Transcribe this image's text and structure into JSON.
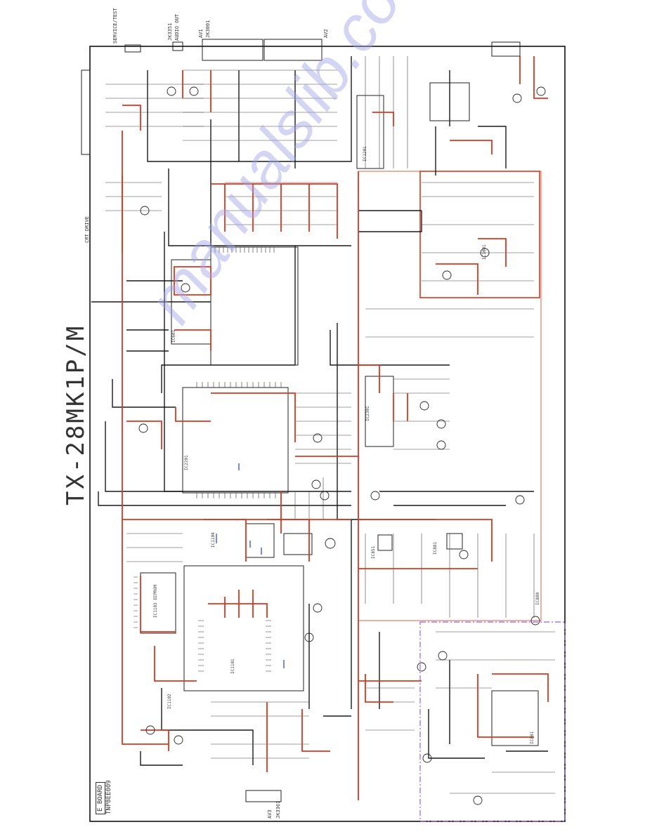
{
  "title": "TX-28MK1P/M",
  "board": {
    "line1": "E BOARD",
    "line2": "TNP8EE009"
  },
  "colors": {
    "frame": "#111111",
    "wire": "#1a1a1a",
    "power": "#d9381e",
    "hot_box": "#9b5de5",
    "watermark": "#8a8fe0",
    "fill_chip": "#ffffff"
  },
  "watermark": "manualslib.com",
  "connectors": {
    "service_test": "SERVICE/TEST",
    "audio_out": {
      "ref": "JK3351",
      "name": "AUDIO OUT"
    },
    "av1": {
      "ref": "JK3001",
      "name": "AV1"
    },
    "av2": {
      "name": "AV2"
    },
    "av3": {
      "ref": "JK3361",
      "name": "AV3"
    },
    "crt_drive": "CRT DRIVE"
  },
  "chips": [
    {
      "ref": "IC601",
      "label": "IC601"
    },
    {
      "ref": "IC1101",
      "label": "IC1101"
    },
    {
      "ref": "IC2201",
      "label": "IC2201"
    },
    {
      "ref": "IC1102",
      "label": "IC1102"
    },
    {
      "ref": "IC1103",
      "label": "IC1103 EEPROM"
    },
    {
      "ref": "IC1104",
      "label": "IC1104"
    },
    {
      "ref": "IC2301",
      "label": "IC2301"
    },
    {
      "ref": "IC801",
      "label": "IC801"
    },
    {
      "ref": "IC881",
      "label": "IC881"
    },
    {
      "ref": "IC851",
      "label": "IC851"
    },
    {
      "ref": "IC1001",
      "label": "IC1001"
    },
    {
      "ref": "IC1201",
      "label": "IC1201"
    },
    {
      "ref": "IC880",
      "label": "IC880"
    }
  ]
}
